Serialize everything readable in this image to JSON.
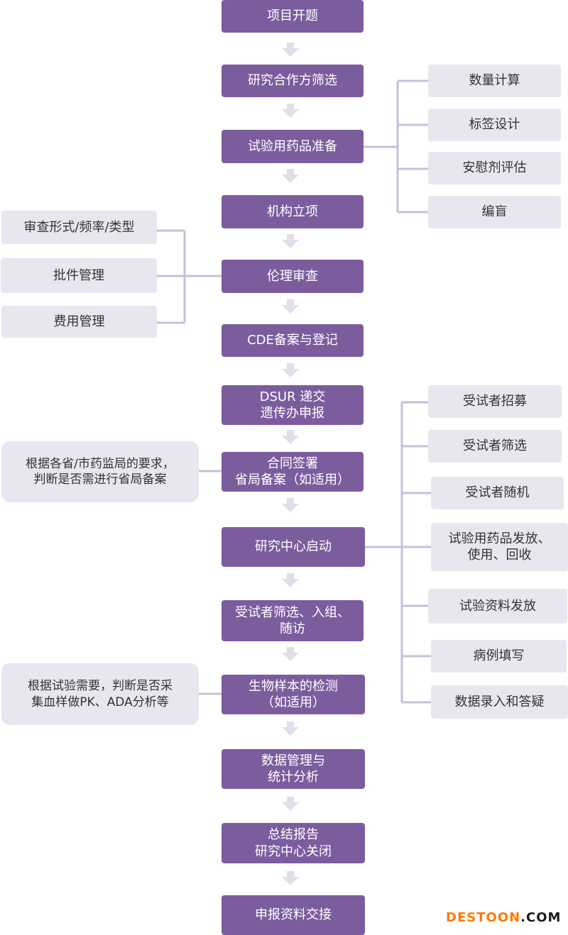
{
  "colors": {
    "main_box": "#7b5d9e",
    "side_box": "#e9e6ef",
    "connector": "#c9bfd8",
    "arrow": "#e2dde8"
  },
  "main_steps": [
    "项目开题",
    "研究合作方筛选",
    "试验用药品准备",
    "机构立项",
    "伦理审查",
    "CDE备案与登记",
    "DSUR 递交\n遗传办申报",
    "合同签署\n省局备案（如适用）",
    "研究中心启动",
    "受试者筛选、入组、\n随访",
    "生物样本的检测\n（如适用）",
    "数据管理与\n统计分析",
    "总结报告\n研究中心关闭",
    "申报资料交接"
  ],
  "drug_prep_items": [
    "数量计算",
    "标签设计",
    "安慰剂评估",
    "编盲"
  ],
  "ethics_items": [
    "审查形式/频率/类型",
    "批件管理",
    "费用管理"
  ],
  "contract_note": "根据各省/市药监局的要求，\n判断是否需进行省局备案",
  "site_start_items": [
    "受试者招募",
    "受试者筛选",
    "受试者随机",
    "试验用药品发放、\n使用、回收",
    "试验资料发放",
    "病例填写",
    "数据录入和答疑"
  ],
  "sample_note": "根据试验需要，判断是否采\n集血样做PK、ADA分析等",
  "watermark": {
    "part1": "DESTOON",
    "part2": ".COM"
  }
}
